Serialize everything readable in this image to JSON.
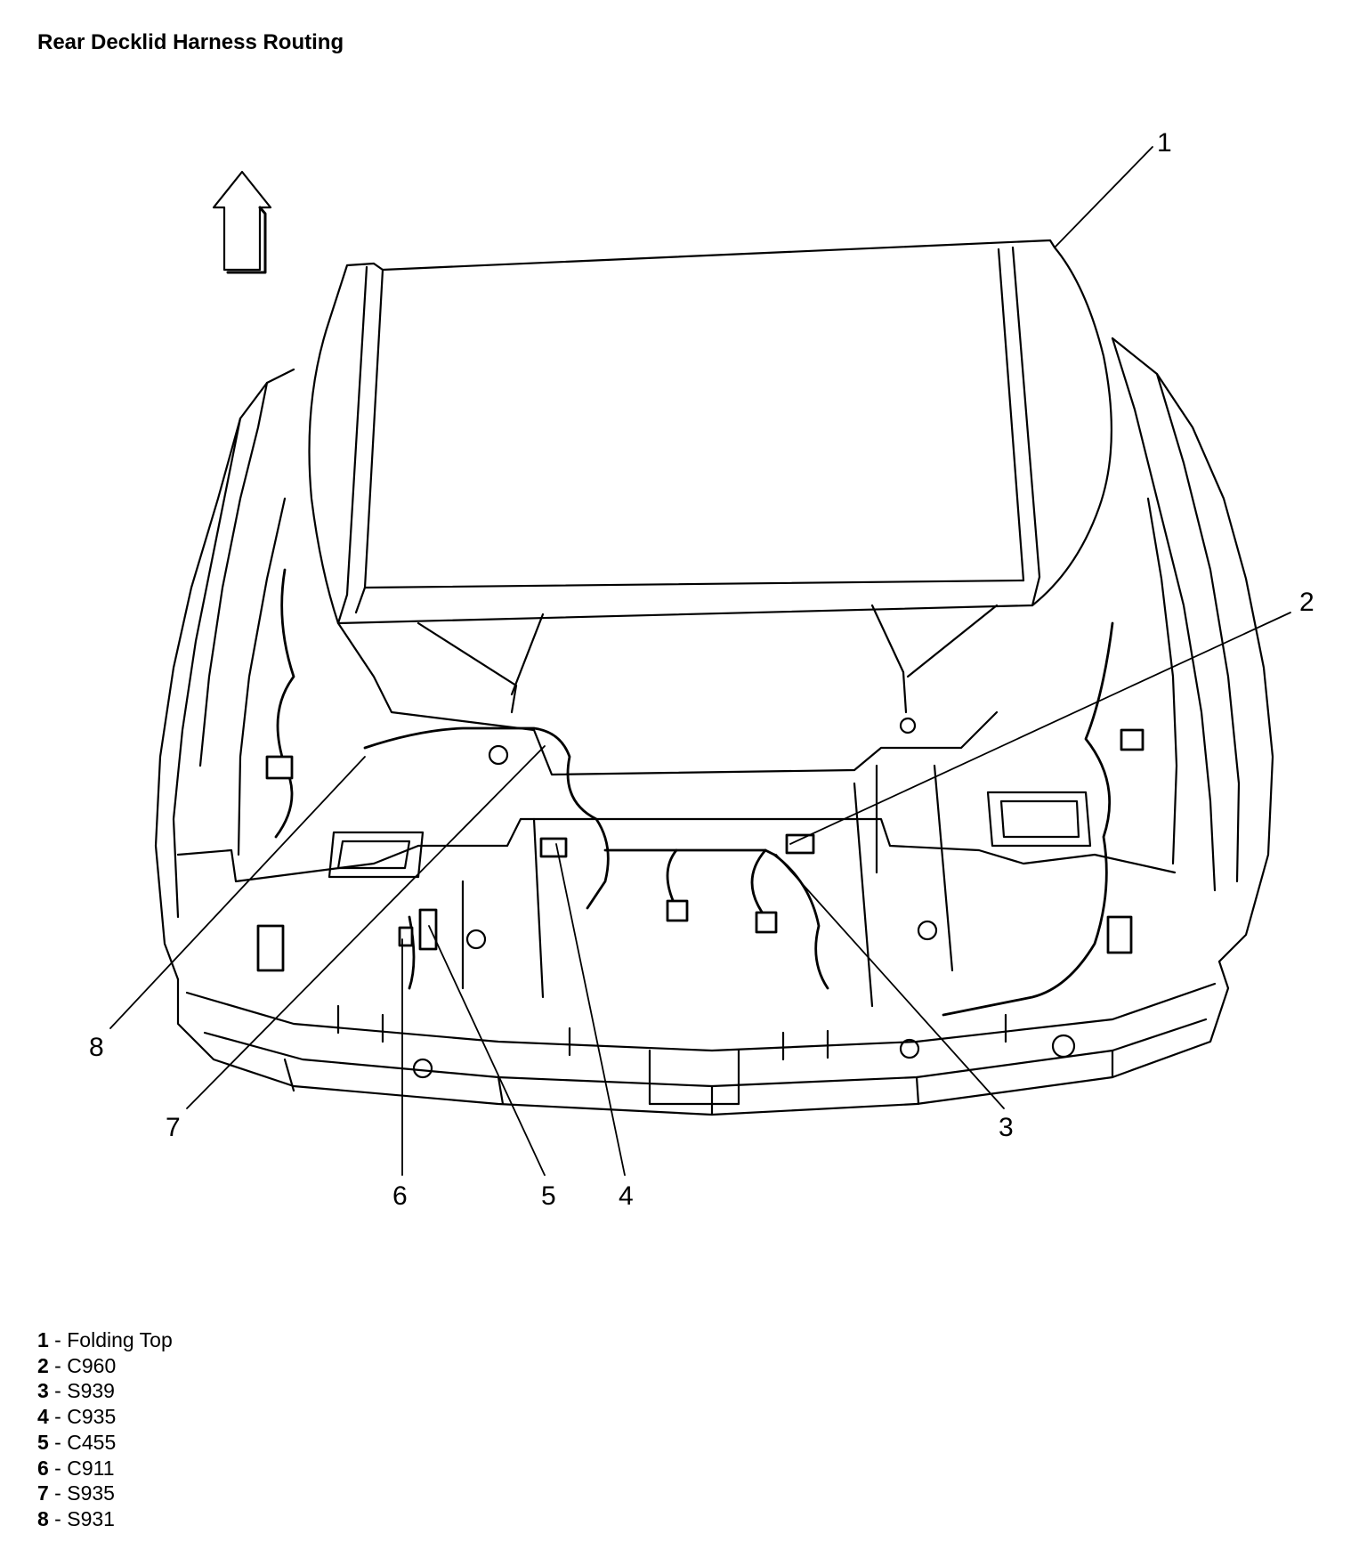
{
  "title": "Rear Decklid Harness Routing",
  "callouts": [
    "1",
    "2",
    "3",
    "4",
    "5",
    "6",
    "7",
    "8"
  ],
  "legend": [
    {
      "num": "1",
      "sep": " - ",
      "label": "Folding Top"
    },
    {
      "num": "2",
      "sep": " - ",
      "label": "C960"
    },
    {
      "num": "3",
      "sep": " - ",
      "label": "S939"
    },
    {
      "num": "4",
      "sep": " - ",
      "label": "C935"
    },
    {
      "num": "5",
      "sep": " - ",
      "label": "C455"
    },
    {
      "num": "6",
      "sep": " - ",
      "label": "C911"
    },
    {
      "num": "7",
      "sep": " - ",
      "label": "S935"
    },
    {
      "num": "8",
      "sep": " - ",
      "label": "S931"
    }
  ]
}
